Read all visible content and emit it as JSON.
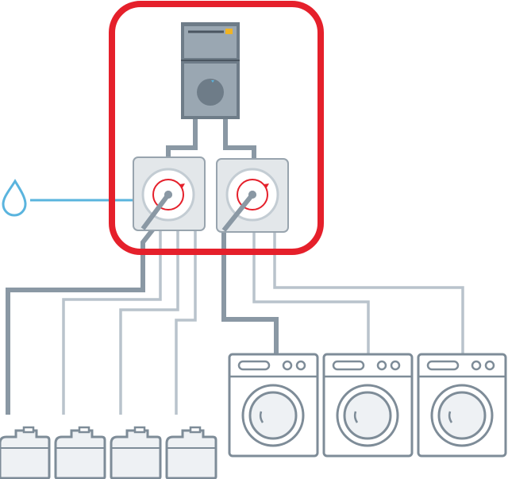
{
  "colors": {
    "system_border": "#e5202b",
    "water_line": "#5ab4de",
    "pipe_dark": "#8a98a4",
    "pipe_light": "#b9c3cc",
    "controller_body": "#9aa7b2",
    "controller_panel": "#6e7c88",
    "led": "#f0b323",
    "pump_rotor": "#e5202b"
  },
  "icons": {
    "water": "water-drop-icon",
    "controller": "dispenser-controller-icon",
    "pump": "peristaltic-pump-icon",
    "canister": "chemical-canister-icon",
    "washer": "washing-machine-icon"
  },
  "counts_shown": {
    "pumps": 2,
    "chemical_canisters": 4,
    "washing_machines": 3
  }
}
